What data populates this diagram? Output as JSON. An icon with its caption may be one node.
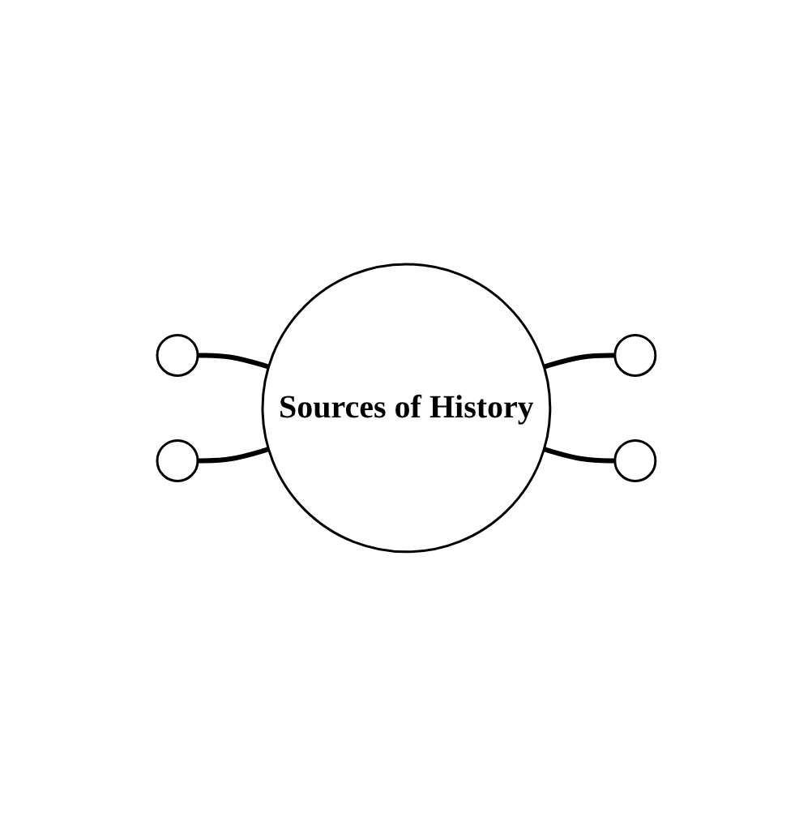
{
  "diagram": {
    "nodes": [
      {
        "text": [],
        "shape": "circle"
      },
      {
        "text": [],
        "shape": "circle"
      },
      {
        "text": [
          "Sources of History"
        ]
      },
      {
        "text": [],
        "shape": "circle"
      },
      {
        "text": [],
        "shape": "circle"
      }
    ],
    "edges": [
      {
        "from": 0,
        "to": 2,
        "arrow": "none"
      },
      {
        "from": 1,
        "to": 2,
        "arrow": "none"
      },
      {
        "from": 2,
        "to": 3,
        "arrow": "none"
      },
      {
        "from": 2,
        "to": 4,
        "arrow": "none"
      }
    ]
  }
}
